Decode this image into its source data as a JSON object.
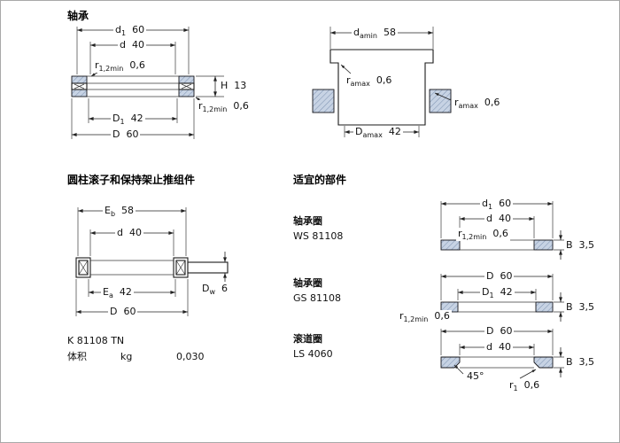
{
  "colors": {
    "background": "#ffffff",
    "line": "#1a1a1a",
    "hatch_fill": "#c7d3e4",
    "hatch_stroke": "#8296b4"
  },
  "sections": {
    "bearing": {
      "title": "轴承",
      "dims": {
        "d1": {
          "base": "d",
          "sub": "1",
          "value": "60"
        },
        "d": {
          "base": "d",
          "sub": "",
          "value": "40"
        },
        "r12_top": {
          "base": "r",
          "sub": "1,2min",
          "value": "0,6"
        },
        "H": {
          "base": "H",
          "sub": "",
          "value": "13"
        },
        "r12_bottom": {
          "base": "r",
          "sub": "1,2min",
          "value": "0,6"
        },
        "D1": {
          "base": "D",
          "sub": "1",
          "value": "42"
        },
        "D": {
          "base": "D",
          "sub": "",
          "value": "60"
        }
      }
    },
    "abutment": {
      "dims": {
        "da_min": {
          "base": "d",
          "sub": "amin",
          "value": "58"
        },
        "ra_left": {
          "base": "r",
          "sub": "amax",
          "value": "0,6"
        },
        "ra_right": {
          "base": "r",
          "sub": "amax",
          "value": "0,6"
        },
        "Da_max": {
          "base": "D",
          "sub": "amax",
          "value": "42"
        }
      }
    },
    "assembly": {
      "title": "圆柱滚子和保持架止推组件",
      "dims": {
        "Eb": {
          "base": "E",
          "sub": "b",
          "value": "58"
        },
        "d": {
          "base": "d",
          "sub": "",
          "value": "40"
        },
        "Dw": {
          "base": "D",
          "sub": "w",
          "value": "6"
        },
        "Ea": {
          "base": "E",
          "sub": "a",
          "value": "42"
        },
        "D": {
          "base": "D",
          "sub": "",
          "value": "60"
        }
      },
      "designation": "K 81108 TN",
      "mass_label": "体积",
      "mass_unit": "kg",
      "mass_value": "0,030"
    },
    "components": {
      "title": "适宜的部件",
      "items": [
        {
          "type": "轴承圈",
          "designation": "WS 81108"
        },
        {
          "type": "轴承圈",
          "designation": "GS 81108"
        },
        {
          "type": "滚道圈",
          "designation": "LS 4060"
        }
      ],
      "ws": {
        "d1": {
          "base": "d",
          "sub": "1",
          "value": "60"
        },
        "d": {
          "base": "d",
          "sub": "",
          "value": "40"
        },
        "r12": {
          "base": "r",
          "sub": "1,2min",
          "value": "0,6"
        },
        "B": {
          "base": "B",
          "sub": "",
          "value": "3,5"
        }
      },
      "gs": {
        "D": {
          "base": "D",
          "sub": "",
          "value": "60"
        },
        "D1": {
          "base": "D",
          "sub": "1",
          "value": "42"
        },
        "r12": {
          "base": "r",
          "sub": "1,2min",
          "value": "0,6"
        },
        "B": {
          "base": "B",
          "sub": "",
          "value": "3,5"
        }
      },
      "ls": {
        "D": {
          "base": "D",
          "sub": "",
          "value": "60"
        },
        "d": {
          "base": "d",
          "sub": "",
          "value": "40"
        },
        "chamfer": "45°",
        "r1": {
          "base": "r",
          "sub": "1",
          "value": "0,6"
        },
        "B": {
          "base": "B",
          "sub": "",
          "value": "3,5"
        }
      }
    }
  }
}
